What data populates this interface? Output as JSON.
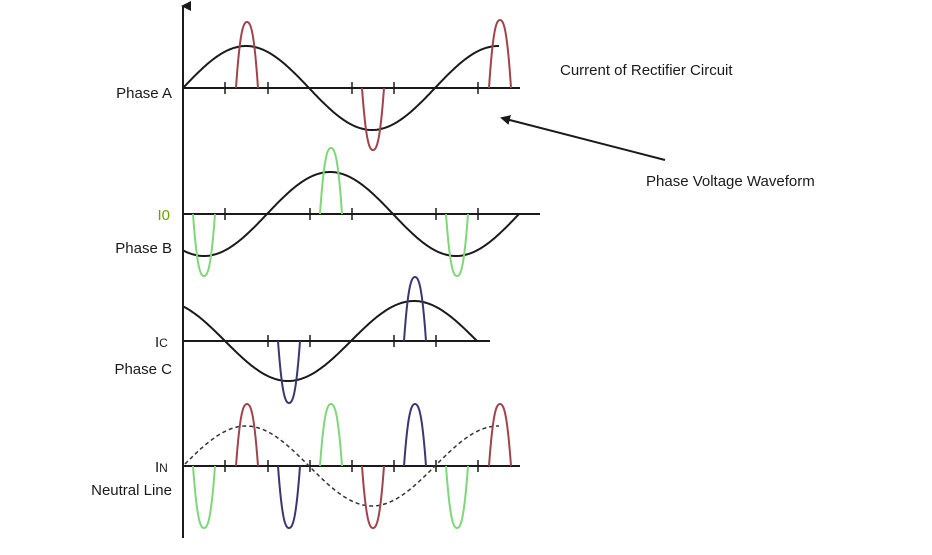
{
  "title": "Current of Rectifier Circuit",
  "annotation": "Phase Voltage Waveform",
  "rows": [
    {
      "id": "phase-a",
      "label": "Phase A",
      "current_label": "",
      "current_sub": ""
    },
    {
      "id": "phase-b",
      "label": "Phase B",
      "current_label": "I0",
      "current_sub": ""
    },
    {
      "id": "phase-c",
      "label": "Phase C",
      "current_label": "I",
      "current_sub": "C"
    },
    {
      "id": "neutral",
      "label": "Neutral Line",
      "current_label": "I",
      "current_sub": "N"
    }
  ],
  "colors": {
    "axis": "#1a1a1a",
    "voltage": "#1a1a1a",
    "phase_a_current": "#a0444c",
    "phase_b_current": "#7fd77a",
    "phase_c_current": "#3a3870",
    "i0_label": "#6aa000"
  }
}
